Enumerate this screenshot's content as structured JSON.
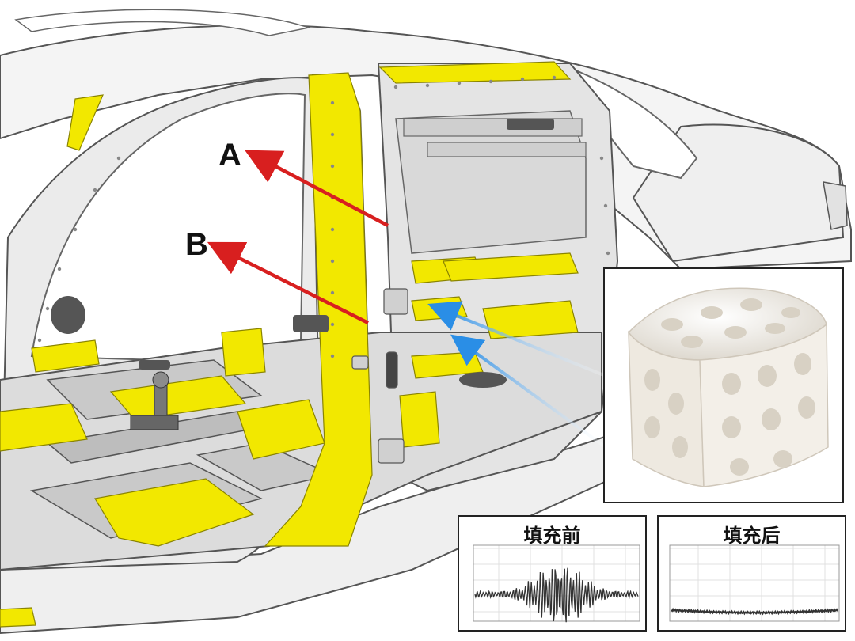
{
  "labels": {
    "a": "A",
    "b": "B"
  },
  "panels": {
    "before": {
      "title": "填充前"
    },
    "after": {
      "title": "填充后"
    }
  },
  "colors": {
    "felt": "#f2e800",
    "frame": "#e6e6e6",
    "outline": "#4a4a4a",
    "red_arrow": "#d81f1f",
    "blue_arrow": "#2a8ee6",
    "foam": "#f1ede6"
  },
  "icons": {
    "foam_sample": "acoustic-foam-block-icon"
  }
}
